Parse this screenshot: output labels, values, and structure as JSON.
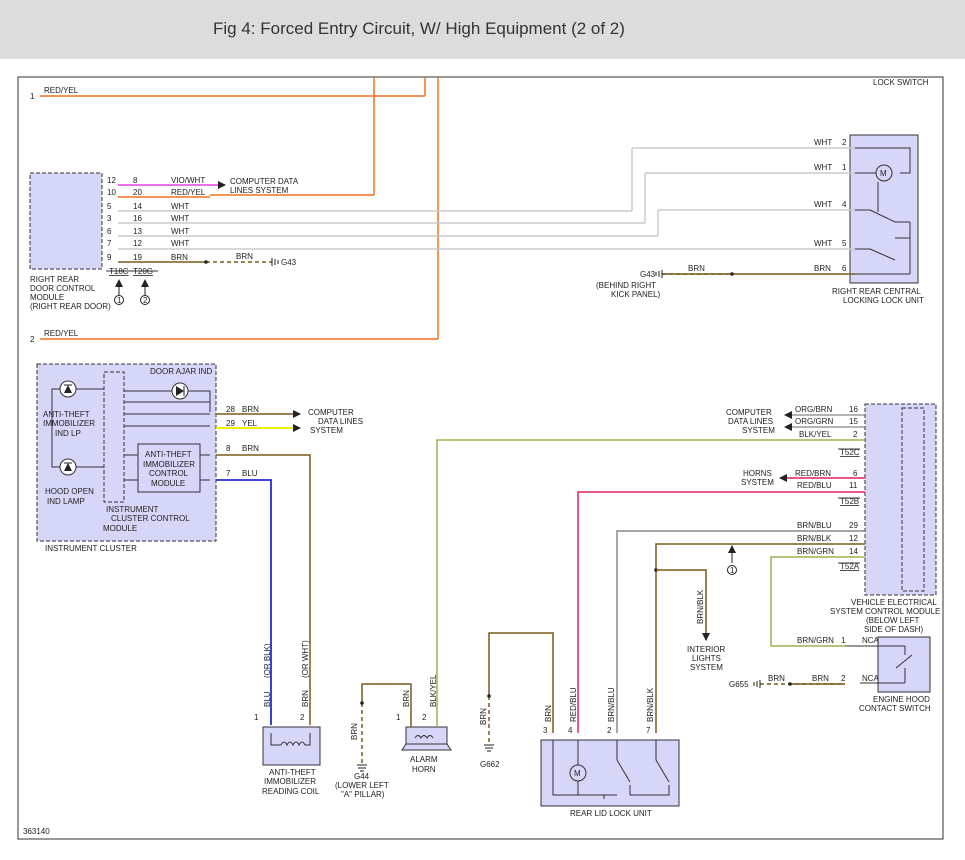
{
  "header": {
    "title": "Fig 4: Forced Entry Circuit, W/ High Equipment (2 of 2)"
  },
  "colors": {
    "orange": "#f07020",
    "brown": "#7a5a1a",
    "violet": "#e040e0",
    "white": "#cccccc",
    "yellow": "#f2ee00",
    "blue": "#2030d0",
    "red": "#e0205a",
    "olive": "#a0b050",
    "gray": "#888888",
    "component_fill": "#d6d6f8"
  },
  "diagram": {
    "page_id": "363140",
    "top_right": "LOCK SWITCH",
    "wire_red_yel_1": {
      "label": "RED/YEL",
      "num": "1"
    },
    "wire_red_yel_2": {
      "label": "RED/YEL",
      "num": "2"
    },
    "rrdcm": {
      "name": [
        "RIGHT REAR",
        "DOOR CONTROL",
        "MODULE",
        "(RIGHT REAR DOOR)"
      ],
      "conn_a": "T18C",
      "conn_b": "T20G",
      "ref1": "1",
      "ref2": "2",
      "pins": [
        {
          "a": "12",
          "b": "8",
          "color": "VIO/WHT"
        },
        {
          "a": "10",
          "b": "20",
          "color": "RED/YEL"
        },
        {
          "a": "5",
          "b": "14",
          "color": "WHT"
        },
        {
          "a": "3",
          "b": "16",
          "color": "WHT"
        },
        {
          "a": "6",
          "b": "13",
          "color": "WHT"
        },
        {
          "a": "7",
          "b": "12",
          "color": "WHT"
        },
        {
          "a": "9",
          "b": "19",
          "color": "BRN"
        }
      ],
      "brn2": "BRN",
      "g43": "G43",
      "comp_data": [
        "COMPUTER DATA",
        "LINES SYSTEM"
      ]
    },
    "rrcl": {
      "name": [
        "RIGHT REAR CENTRAL",
        "LOCKING LOCK UNIT"
      ],
      "pins": [
        {
          "n": "2",
          "c": "WHT"
        },
        {
          "n": "1",
          "c": "WHT"
        },
        {
          "n": "4",
          "c": "WHT"
        },
        {
          "n": "5",
          "c": "WHT"
        },
        {
          "n": "6",
          "c": "BRN"
        }
      ],
      "g43_label": [
        "G43",
        "(BEHIND RIGHT",
        "KICK PANEL)"
      ],
      "g43_brn": "BRN",
      "motor": "M"
    },
    "ic": {
      "name": "INSTRUMENT CLUSTER",
      "door_ajar": "DOOR AJAR IND",
      "anti_theft_lp": [
        "ANTI-THEFT",
        "IMMOBILIZER",
        "IND LP"
      ],
      "hood_open": [
        "HOOD OPEN",
        "IND LAMP"
      ],
      "icm": [
        "INSTRUMENT",
        "CLUSTER CONTROL",
        "MODULE"
      ],
      "atim": [
        "ANTI-THEFT",
        "IMMOBILIZER",
        "CONTROL",
        "MODULE"
      ],
      "pins": [
        {
          "n": "28",
          "c": "BRN"
        },
        {
          "n": "29",
          "c": "YEL"
        },
        {
          "n": "8",
          "c": "BRN"
        },
        {
          "n": "7",
          "c": "BLU"
        }
      ],
      "comp_data": [
        "COMPUTER",
        "DATA LINES",
        "SYSTEM"
      ]
    },
    "vescm": {
      "name": [
        "VEHICLE ELECTRICAL",
        "SYSTEM CONTROL MODULE",
        "(BELOW LEFT",
        "SIDE OF DASH)"
      ],
      "pins": [
        {
          "n": "16",
          "c": "ORG/BRN"
        },
        {
          "n": "15",
          "c": "ORG/GRN"
        },
        {
          "n": "2",
          "c": "BLK/YEL"
        },
        {
          "n": "6",
          "c": "RED/BRN"
        },
        {
          "n": "11",
          "c": "RED/BLU"
        },
        {
          "n": "29",
          "c": "BRN/BLU"
        },
        {
          "n": "12",
          "c": "BRN/BLK"
        },
        {
          "n": "14",
          "c": "BRN/GRN"
        }
      ],
      "conns": [
        "T52C",
        "T52B",
        "T52A"
      ],
      "comp_data": [
        "COMPUTER",
        "DATA LINES",
        "SYSTEM"
      ],
      "horns": [
        "HORNS",
        "SYSTEM"
      ],
      "ref1": "1"
    },
    "hood_switch": {
      "name": [
        "ENGINE HOOD",
        "CONTACT SWITCH"
      ],
      "pin1": {
        "n": "1",
        "c": "BRN/GRN",
        "nca": "NCA"
      },
      "pin2": {
        "n": "2",
        "c": "BRN",
        "nca": "NCA"
      },
      "g655": "G655",
      "g655_brn": "BRN"
    },
    "interior": {
      "wire": "BRN/BLK",
      "name": [
        "INTERIOR",
        "LIGHTS",
        "SYSTEM"
      ]
    },
    "coil": {
      "name": [
        "ANTI-THEFT",
        "IMMOBILIZER",
        "READING COIL"
      ],
      "pins": [
        {
          "n": "1",
          "c": "BLU",
          "alt": "(OR BLK)"
        },
        {
          "n": "2",
          "c": "BRN",
          "alt": "(OR WHT)"
        }
      ]
    },
    "horn": {
      "name": [
        "ALARM",
        "HORN"
      ],
      "pins": [
        {
          "n": "1",
          "c": "BRN"
        },
        {
          "n": "2",
          "c": "BLK/YEL"
        }
      ]
    },
    "g44": {
      "wire": "BRN",
      "name": [
        "G44",
        "(LOWER LEFT",
        "\"A\" PILLAR)"
      ]
    },
    "g662": {
      "wire": "BRN",
      "name": "G662"
    },
    "rear_lid": {
      "name": "REAR LID LOCK UNIT",
      "motor": "M",
      "pins": [
        {
          "n": "3",
          "c": "BRN"
        },
        {
          "n": "4",
          "c": "RED/BLU"
        },
        {
          "n": "2",
          "c": "BRN/BLU"
        },
        {
          "n": "7",
          "c": "BRN/BLK"
        }
      ]
    }
  }
}
